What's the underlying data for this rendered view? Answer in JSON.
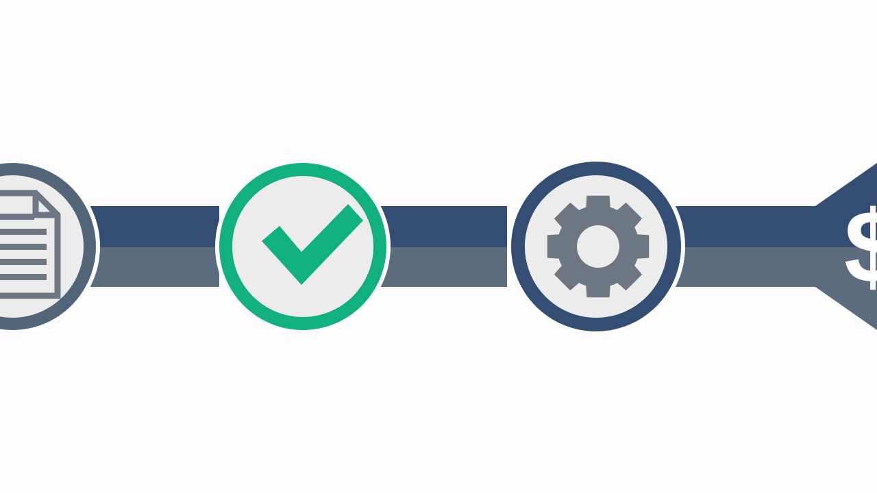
{
  "colors": {
    "background": "#fdfdfd",
    "band_top": "#334d73",
    "band_bottom": "#5c6c7e",
    "ring_document": "#536579",
    "ring_check": "#10b081",
    "ring_gear": "#334d73",
    "circle_fill": "#ececec",
    "document_icon": "#6c7783",
    "check_icon": "#10b081",
    "gear_icon": "#6c7783",
    "arrow_top": "#334d73",
    "arrow_bottom": "#5c6c7e",
    "dollar_glyph": "#ffffff"
  },
  "steps": [
    {
      "icon": "document-icon",
      "status": "neutral"
    },
    {
      "icon": "checkmark-icon",
      "status": "complete"
    },
    {
      "icon": "gear-icon",
      "status": "neutral"
    },
    {
      "icon": "dollar-icon",
      "status": "neutral"
    }
  ],
  "dollar_symbol": "$"
}
